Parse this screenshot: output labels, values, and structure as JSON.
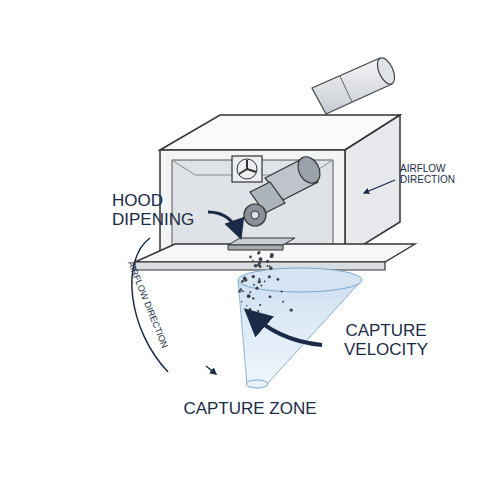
{
  "diagram": {
    "labels": [
      "HOOD DIPENING",
      "AIRFLOW DIRECTION",
      "AIRFLOW DIRECTION",
      "CAPTURE VELOCITY",
      "CAPTURE ZONE"
    ]
  }
}
